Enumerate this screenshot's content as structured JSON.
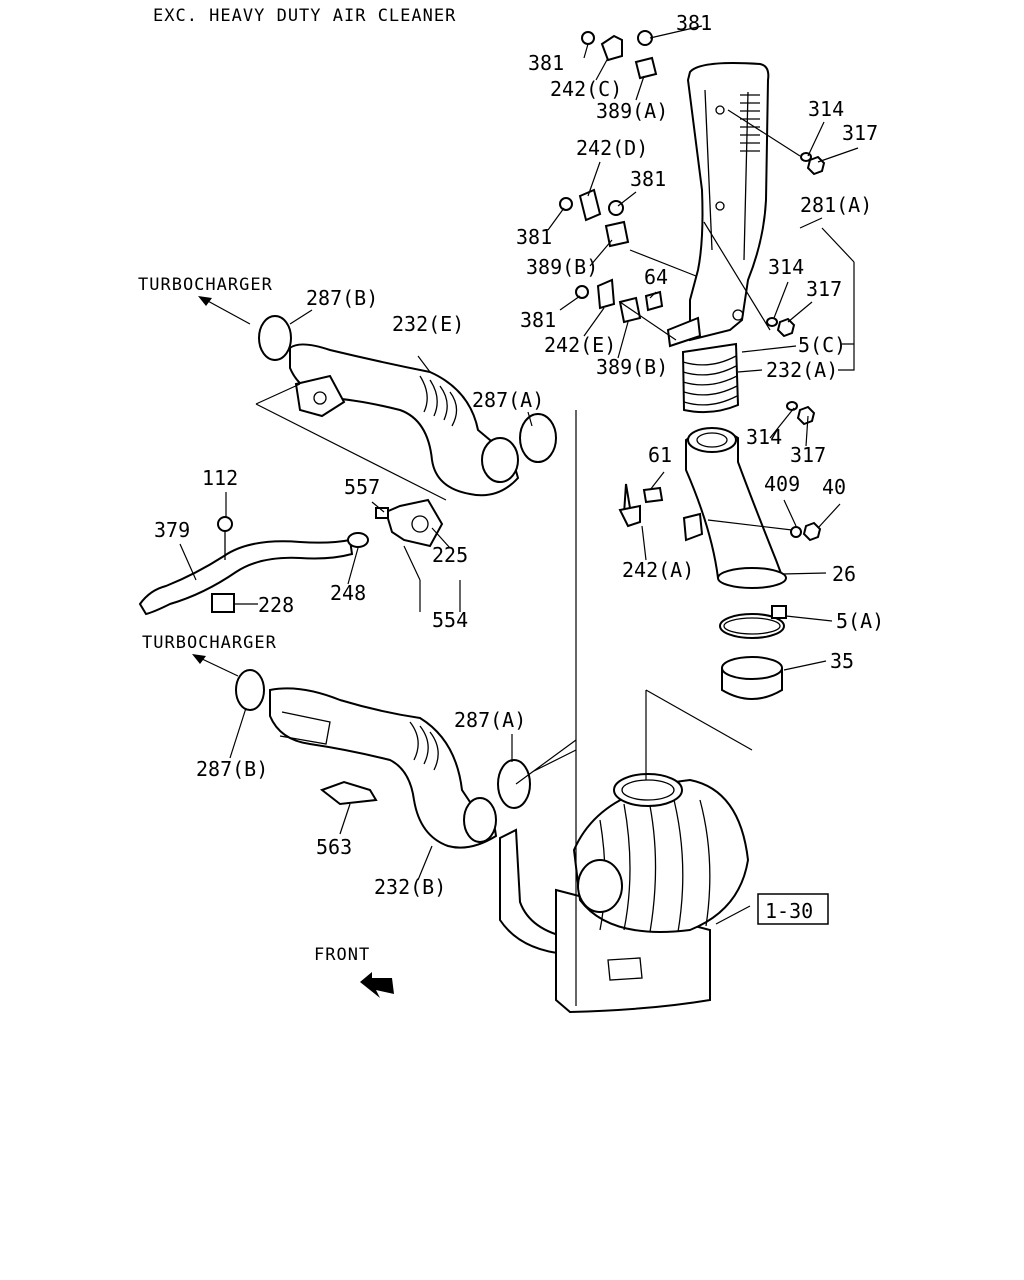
{
  "title": "EXC. HEAVY DUTY AIR CLEANER",
  "direction_labels": {
    "turbo_upper": "TURBOCHARGER",
    "turbo_lower": "TURBOCHARGER",
    "front": "FRONT"
  },
  "ref_box": "1-30",
  "callouts": [
    "381",
    "381",
    "242(C)",
    "389(A)",
    "314",
    "317",
    "242(D)",
    "381",
    "381",
    "281(A)",
    "389(B)",
    "64",
    "314",
    "317",
    "381",
    "242(E)",
    "5(C)",
    "389(B)",
    "232(A)",
    "287(B)",
    "232(E)",
    "287(A)",
    "314",
    "317",
    "61",
    "409",
    "40",
    "242(A)",
    "26",
    "5(A)",
    "35",
    "112",
    "557",
    "379",
    "225",
    "248",
    "228",
    "554",
    "287(A)",
    "287(B)",
    "563",
    "232(B)"
  ]
}
